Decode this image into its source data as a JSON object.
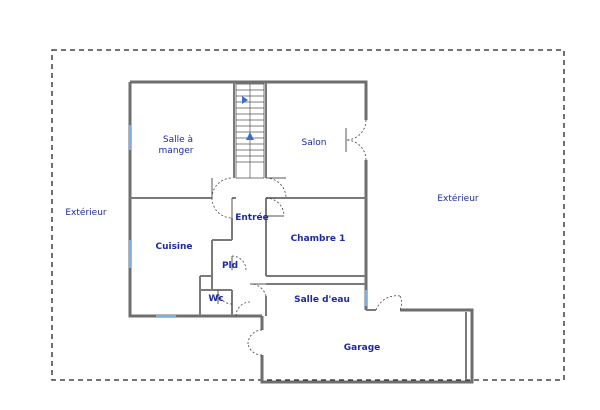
{
  "labels": {
    "exterieur_left": "Extérieur",
    "exterieur_right": "Extérieur",
    "salle_a_manger_line1": "Salle à",
    "salle_a_manger_line2": "manger",
    "salon": "Salon",
    "entree": "Entrée",
    "cuisine": "Cuisine",
    "chambre1": "Chambre  1",
    "pld": "Pld",
    "wc": "Wc",
    "salle_deau": "Salle d'eau",
    "garage": "Garage"
  },
  "colors": {
    "label": "#1d2aa6",
    "wall": "#6e6e6e",
    "window": "#7fb0e0",
    "stair_arrow": "#3a6ecf"
  }
}
